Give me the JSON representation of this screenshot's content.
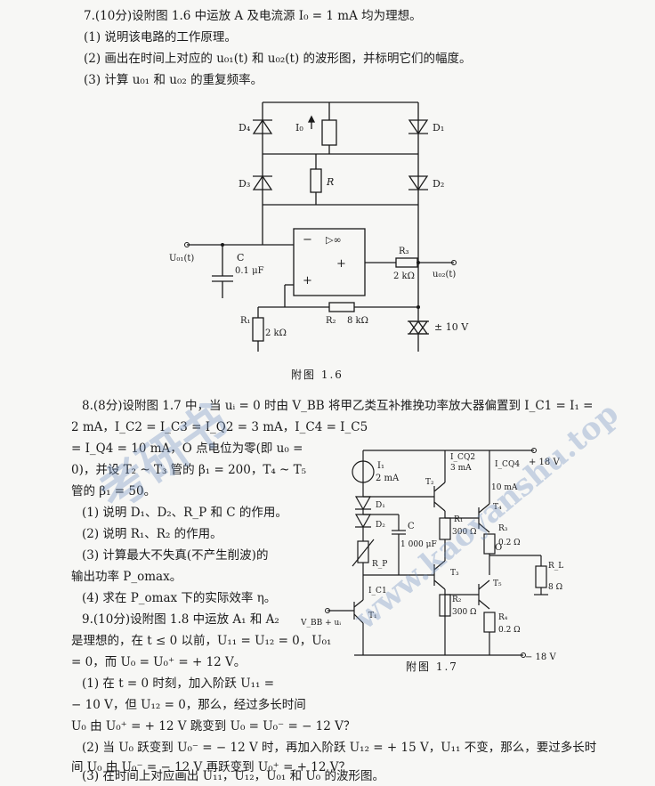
{
  "q7": {
    "l1": "7.(10分)设附图 1.6 中运放 A 及电流源 I₀ = 1 mA 均为理想。",
    "l2": "(1) 说明该电路的工作原理。",
    "l3": "(2) 画出在时间上对应的 u₀₁(t) 和 u₀₂(t) 的波形图，并标明它们的幅度。",
    "l4": "(3) 计算 u₀₁ 和 u₀₂ 的重复频率。"
  },
  "fig16": {
    "caption": "附图 1.6",
    "D4": "D₄",
    "D3": "D₃",
    "D1": "D₁",
    "D2": "D₂",
    "Io": "I₀",
    "R": "R",
    "uo1": "U₀₁(t)",
    "C": "C",
    "C_val": "0.1 μF",
    "R3": "R₃",
    "R3_val": "2 kΩ",
    "uo2": "u₀₂(t)",
    "R1": "R₁",
    "R1_val": "2 kΩ",
    "R2": "R₂",
    "R2_val": "8 kΩ",
    "zener": "± 10 V",
    "opamp_sym": "▷∞",
    "minus": "−",
    "plus1": "+",
    "plus2": "+"
  },
  "q8": {
    "l1": "8.(8分)设附图 1.7 中，当 uᵢ = 0 时由 V_BB 将甲乙类互补推挽功率放大器偏置到 I_C1 = I₁ =",
    "l2": "2 mA，I_C2 = I_C3 = I_Q2 = 3 mA，I_C4 = I_C5",
    "l3": "= I_Q4 = 10 mA，O 点电位为零(即 u₀ =",
    "l4": "0)，并设 T₂ ~ T₃ 管的 β₁ = 200，T₄ ~ T₅",
    "l5": "管的 β₁ = 50。",
    "l6": "(1) 说明 D₁、D₂、R_P 和 C 的作用。",
    "l7": "(2) 说明 R₁、R₂ 的作用。",
    "l8": "(3) 计算最大不失真(不产生削波)的",
    "l9": "输出功率 P_omax。",
    "l10": "(4) 求在 P_omax 下的实际效率 η。"
  },
  "q9": {
    "l1": "9.(10分)设附图 1.8 中运放 A₁ 和 A₂",
    "l2": "是理想的，在 t ≤ 0 以前，U₁₁ = U₁₂ = 0，U₀₁",
    "l3": "= 0，而 U₀ = U₀⁺ = + 12 V。",
    "l4": "(1) 在 t = 0 时刻，加入阶跃 U₁₁ =",
    "l5": "− 10 V，但 U₁₂ = 0，那么，经过多长时间",
    "l6": "U₀ 由 U₀⁺ = + 12 V 跳变到 U₀ = U₀⁻ = − 12 V？",
    "l7": "(2) 当 U₀ 跃变到 U₀⁻ = − 12 V 时，再加入阶跃 U₁₂ = + 15 V，U₁₁ 不变，那么，要过多长时",
    "l8": "间 U₀ 由 U₀⁻ = − 12 V 再跃变到 U₀⁺ = + 12 V？",
    "l9": "(3) 在时间上对应画出 U₁₁，U₁₂，U₀₁ 和 U₀ 的波形图。"
  },
  "fig17": {
    "caption": "附图 1.7",
    "I1": "I₁",
    "I1_val": "2 mA",
    "ICQ2": "I_CQ2",
    "ICQ2_val": "3 mA",
    "ICQ4": "I_CQ4",
    "ICQ4_val": "10 mA",
    "vplus": "+ 18 V",
    "vminus": "− 18 V",
    "D1": "D₁",
    "D2": "D₂",
    "C": "C",
    "C_val": "1 000 μF",
    "RP": "R_P",
    "R1": "R₁",
    "R1_val": "300 Ω",
    "R3": "R₃",
    "R3_val": "0.2 Ω",
    "O": "O",
    "RL": "R_L",
    "RL_val": "8 Ω",
    "T1": "T₁",
    "T2": "T₂",
    "T3": "T₃",
    "T4": "T₄",
    "T5": "T₅",
    "IC1": "I_C1",
    "VBB": "V_BB + uᵢ",
    "R2": "R₂",
    "R2_val": "300 Ω",
    "R4": "R₄",
    "R4_val": "0.2 Ω"
  },
  "watermark": {
    "site": "www.kaoyanshu.top",
    "brand": "考研书"
  }
}
